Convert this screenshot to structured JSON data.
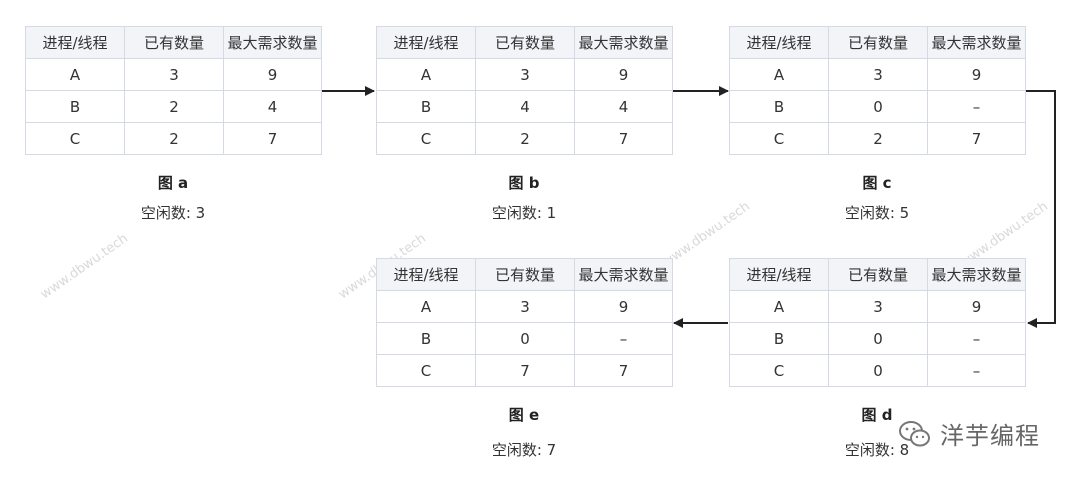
{
  "headers": [
    "进程/线程",
    "已有数量",
    "最大需求数量"
  ],
  "tables": [
    {
      "caption": "图 a",
      "free_text": "空闲数: 3",
      "rows": [
        [
          "A",
          "3",
          "9"
        ],
        [
          "B",
          "2",
          "4"
        ],
        [
          "C",
          "2",
          "7"
        ]
      ]
    },
    {
      "caption": "图 b",
      "free_text": "空闲数: 1",
      "rows": [
        [
          "A",
          "3",
          "9"
        ],
        [
          "B",
          "4",
          "4"
        ],
        [
          "C",
          "2",
          "7"
        ]
      ]
    },
    {
      "caption": "图 c",
      "free_text": "空闲数: 5",
      "rows": [
        [
          "A",
          "3",
          "9"
        ],
        [
          "B",
          "0",
          "–"
        ],
        [
          "C",
          "2",
          "7"
        ]
      ]
    },
    {
      "caption": "图 d",
      "free_text": "空闲数: 8",
      "rows": [
        [
          "A",
          "3",
          "9"
        ],
        [
          "B",
          "0",
          "–"
        ],
        [
          "C",
          "0",
          "–"
        ]
      ]
    },
    {
      "caption": "图 e",
      "free_text": "空闲数: 7",
      "rows": [
        [
          "A",
          "3",
          "9"
        ],
        [
          "B",
          "0",
          "–"
        ],
        [
          "C",
          "7",
          "7"
        ]
      ]
    }
  ],
  "watermark": "www.dbwu.tech",
  "brand": "洋芋编程",
  "colors": {
    "border": "#d3dae4",
    "header_bg": "#f2f4f7",
    "arrow": "#222222"
  }
}
